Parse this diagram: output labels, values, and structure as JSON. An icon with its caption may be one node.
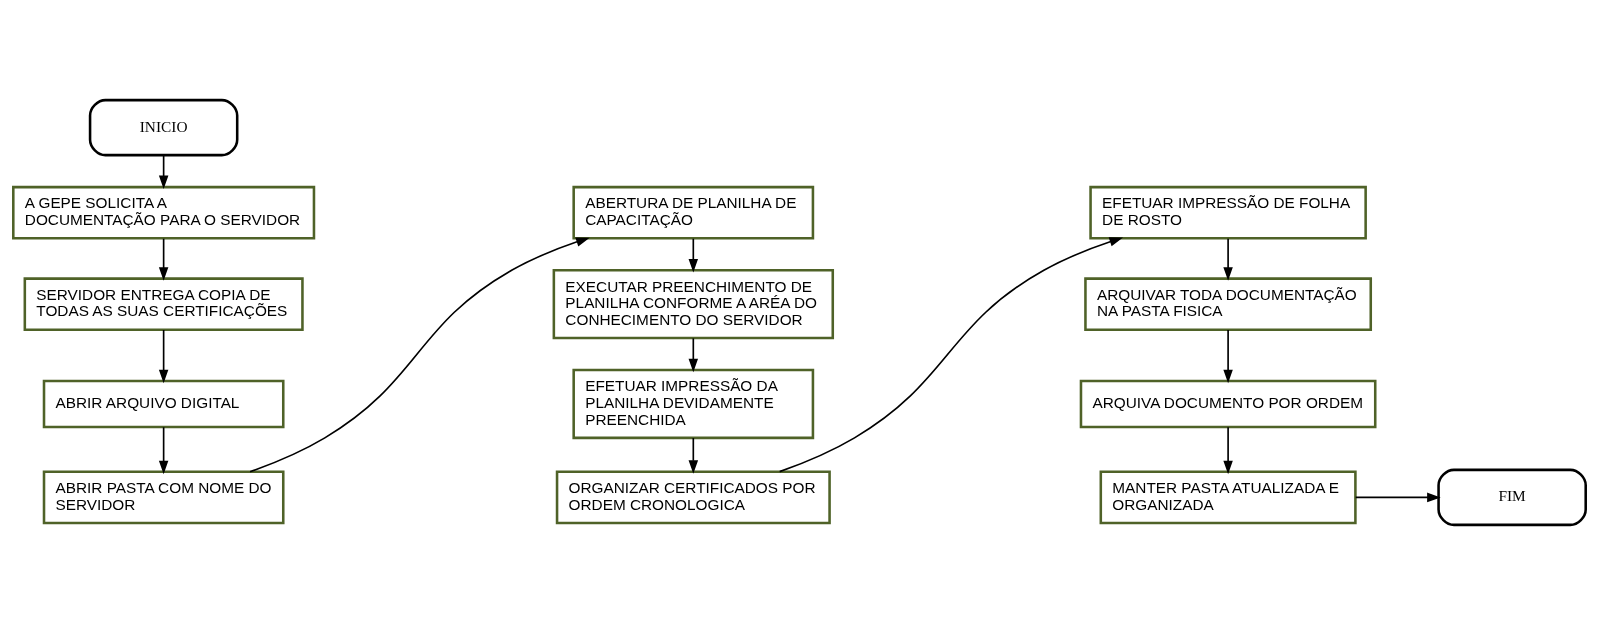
{
  "diagram": {
    "nodes": [
      {
        "text": [
          "INICIO"
        ]
      },
      {
        "text": [
          "A GEPE SOLICITA A DOCUMENTAÇÃO PARA O SERVIDOR"
        ]
      },
      {
        "text": [
          "SERVIDOR ENTREGA COPIA DE TODAS AS SUAS CERTIFICAÇÕES"
        ]
      },
      {
        "text": [
          "ABRIR ARQUIVO DIGITAL"
        ]
      },
      {
        "text": [
          "ABRIR PASTA COM NOME DO SERVIDOR"
        ]
      },
      {
        "text": [
          "ABERTURA DE PLANILHA DE CAPACITAÇÃO"
        ]
      },
      {
        "text": [
          "EXECUTAR PREENCHIMENTO DE PLANILHA CONFORME A ARÉA DO CONHECIMENTO DO SERVIDOR"
        ]
      },
      {
        "text": [
          "EFETUAR IMPRESSÃO DA PLANILHA DEVIDAMENTE PREENCHIDA"
        ]
      },
      {
        "text": [
          "ORGANIZAR CERTIFICADOS POR ORDEM CRONOLOGICA"
        ]
      },
      {
        "text": [
          "EFETUAR IMPRESSÃO DE FOLHA DE ROSTO"
        ]
      },
      {
        "text": [
          "ARQUIVAR TODA DOCUMENTAÇÃO NA PASTA FISICA"
        ]
      },
      {
        "text": [
          "ARQUIVA DOCUMENTO POR ORDEM"
        ]
      },
      {
        "text": [
          "MANTER PASTA ATUALIZADA E ORGANIZADA"
        ]
      },
      {
        "text": [
          "FIM"
        ]
      }
    ],
    "edges": [
      {
        "from": 0,
        "to": 1,
        "arrow": "to"
      },
      {
        "from": 1,
        "to": 2,
        "arrow": "to"
      },
      {
        "from": 2,
        "to": 3,
        "arrow": "to"
      },
      {
        "from": 3,
        "to": 4,
        "arrow": "to"
      },
      {
        "from": 4,
        "to": 5,
        "arrow": "to"
      },
      {
        "from": 5,
        "to": 6,
        "arrow": "to"
      },
      {
        "from": 6,
        "to": 7,
        "arrow": "to"
      },
      {
        "from": 7,
        "to": 8,
        "arrow": "to"
      },
      {
        "from": 8,
        "to": 9,
        "arrow": "to"
      },
      {
        "from": 9,
        "to": 10,
        "arrow": "to"
      },
      {
        "from": 10,
        "to": 11,
        "arrow": "to"
      },
      {
        "from": 11,
        "to": 12,
        "arrow": "to"
      },
      {
        "from": 12,
        "to": 13,
        "arrow": "to"
      }
    ]
  }
}
